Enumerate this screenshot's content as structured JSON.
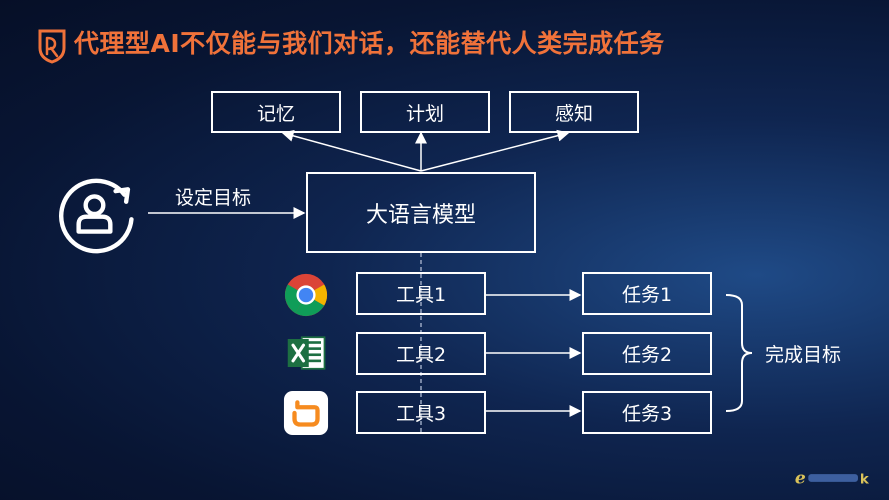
{
  "title": "代理型AI不仅能与我们对话，还能替代人类完成任务",
  "top_boxes": [
    "记忆",
    "计划",
    "感知"
  ],
  "llm_label": "大语言模型",
  "goal_label": "设定目标",
  "tools": [
    "工具1",
    "工具2",
    "工具3"
  ],
  "tasks": [
    "任务1",
    "任务2",
    "任务3"
  ],
  "complete_label": "完成目标",
  "tool_icons": [
    "chrome-icon",
    "excel-icon",
    "didi-icon"
  ],
  "colors": {
    "title": "#f0723a",
    "accent": "#f0723a"
  }
}
